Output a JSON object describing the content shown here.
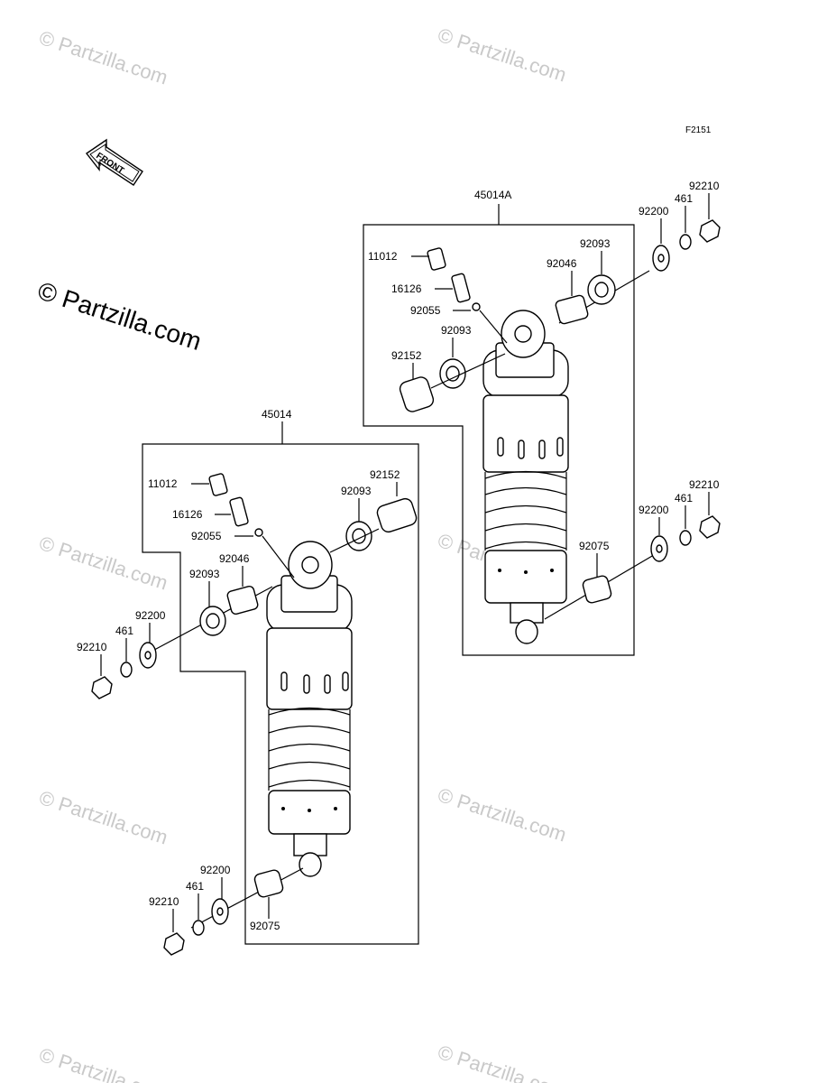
{
  "figure_code": "F2151",
  "front_label": "FRONT",
  "watermark": "© Partzilla.com",
  "assemblies": {
    "right": {
      "assembly": "45014A",
      "p11012": "11012",
      "p16126": "16126",
      "p92055": "92055",
      "p92093_a": "92093",
      "p92152": "92152",
      "p92093_b": "92093",
      "p92046": "92046",
      "p92200_top": "92200",
      "p461_top": "461",
      "p92210_top": "92210",
      "p92200_bot": "92200",
      "p461_bot": "461",
      "p92210_bot": "92210",
      "p92075": "92075"
    },
    "left": {
      "assembly": "45014",
      "p11012": "11012",
      "p16126": "16126",
      "p92055": "92055",
      "p92093_a": "92093",
      "p92152": "92152",
      "p92093_b": "92093",
      "p92046": "92046",
      "p92200_top": "92200",
      "p461_top": "461",
      "p92210_top": "92210",
      "p92200_bot": "92200",
      "p461_bot": "461",
      "p92210_bot": "92210",
      "p92075": "92075"
    }
  }
}
